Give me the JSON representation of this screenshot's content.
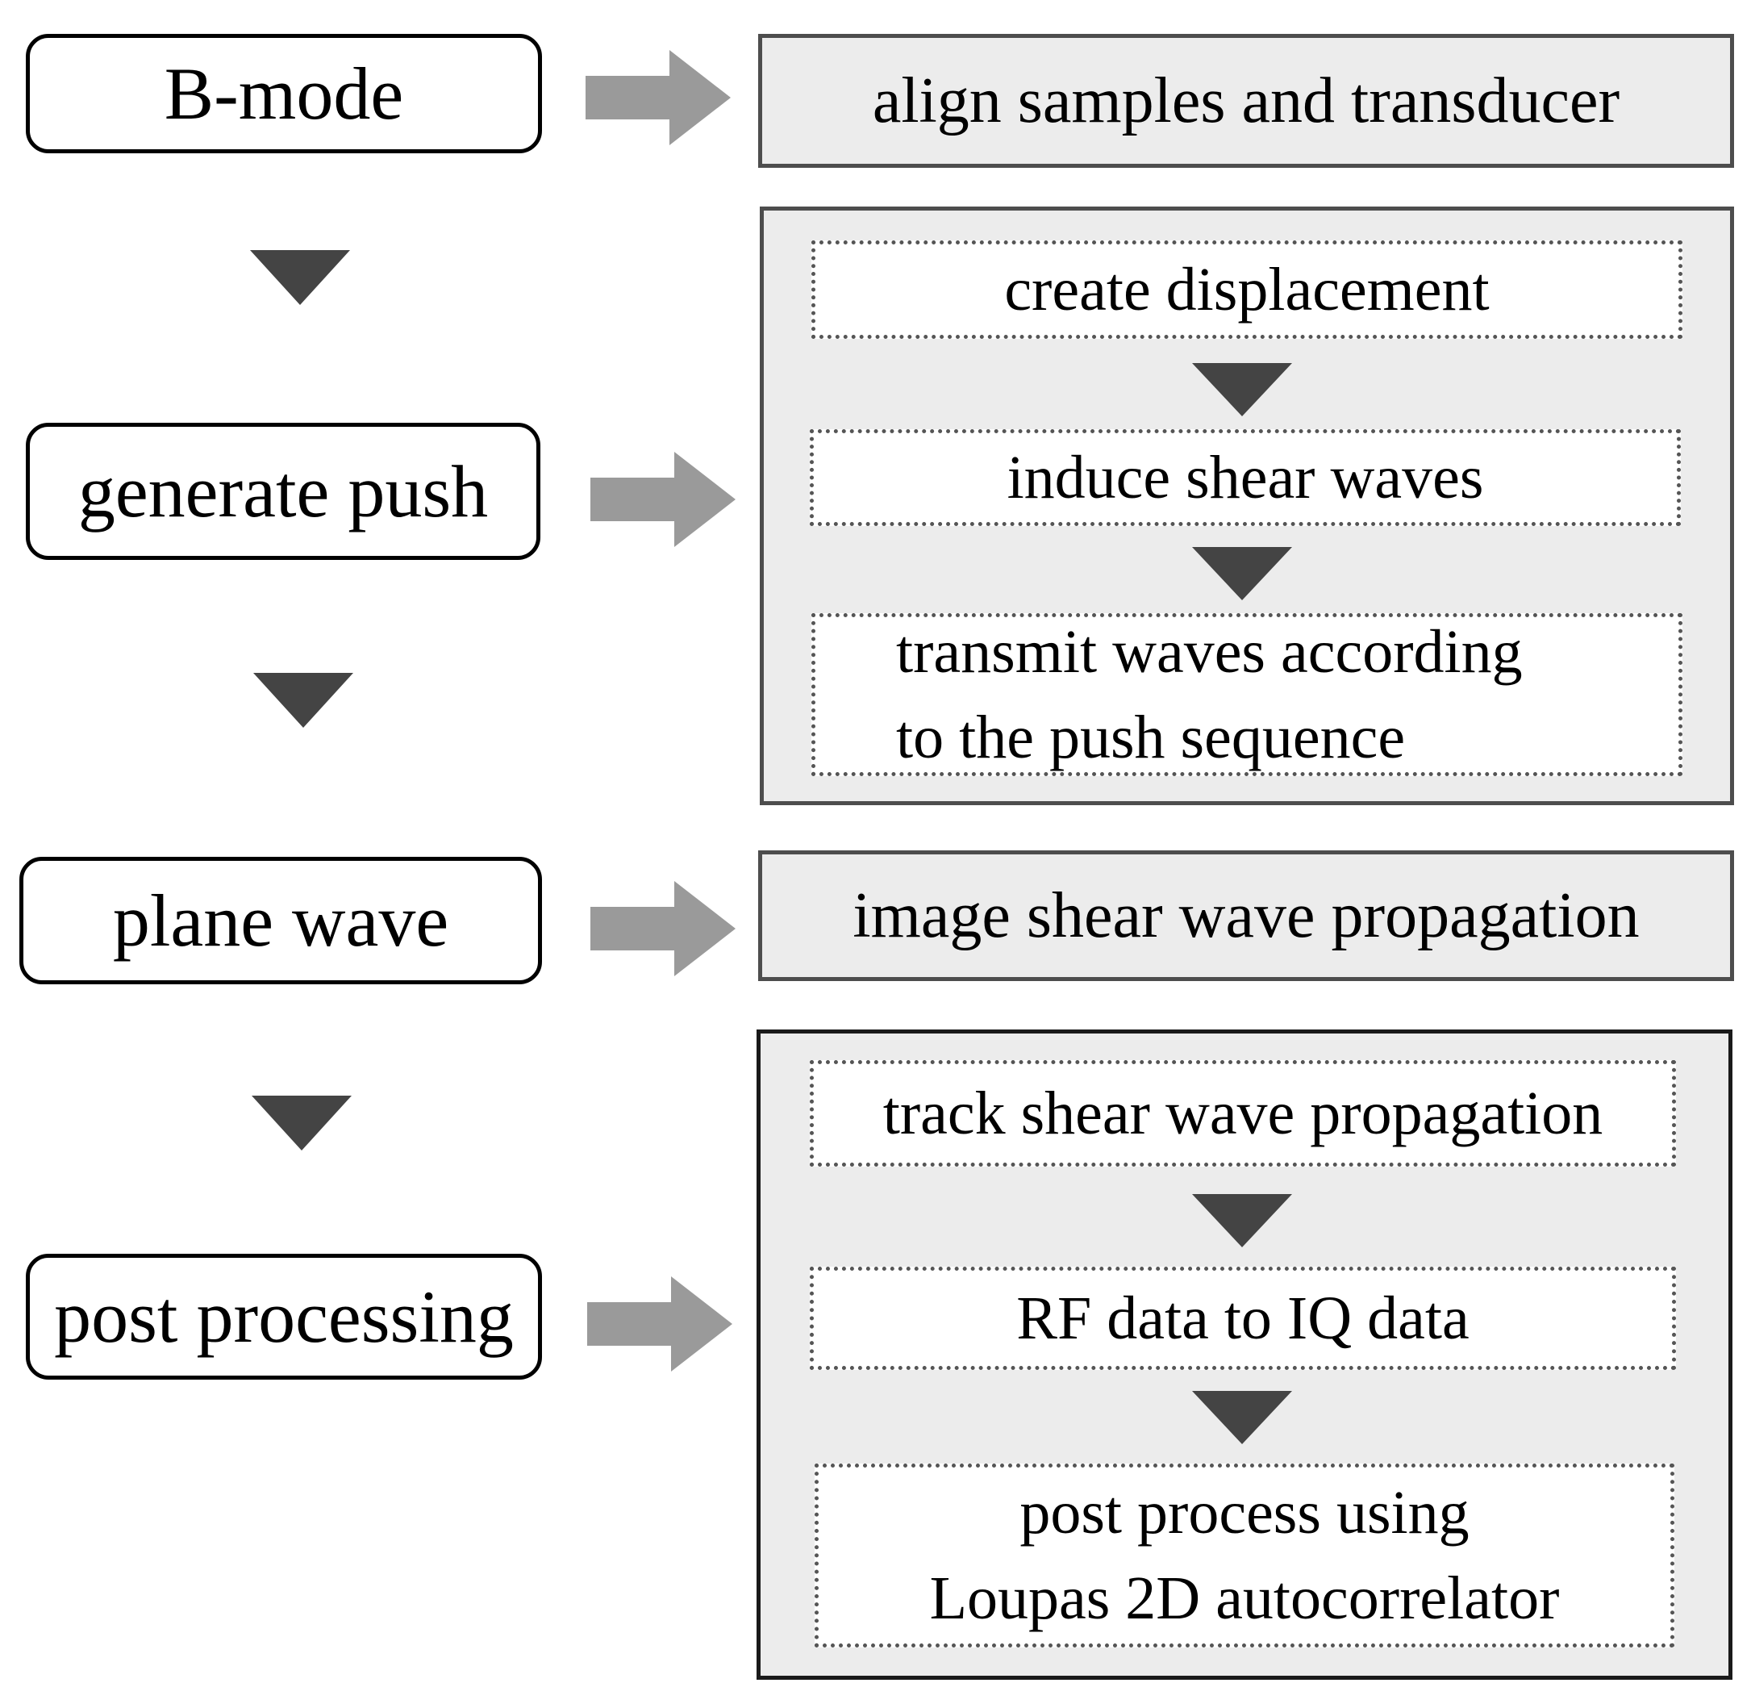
{
  "colors": {
    "step_border": "#000000",
    "panel_fill": "#ececec",
    "panel_border": "#4d4d4d",
    "arrow_gray": "#9a9a9a",
    "triangle_dark": "#444444",
    "dotted_border": "#555555"
  },
  "steps": [
    {
      "label": "B-mode"
    },
    {
      "label": "generate push"
    },
    {
      "label": "plane wave"
    },
    {
      "label": "post processing"
    }
  ],
  "panels": {
    "align": {
      "text": "align samples and transducer"
    },
    "push": {
      "items": [
        {
          "lines": [
            "create displacement"
          ]
        },
        {
          "lines": [
            "induce shear waves"
          ]
        },
        {
          "lines": [
            "transmit waves according",
            "to the push sequence"
          ]
        }
      ]
    },
    "image": {
      "text": "image shear wave propagation"
    },
    "post": {
      "items": [
        {
          "lines": [
            "track shear wave propagation"
          ]
        },
        {
          "lines": [
            "RF data to IQ data"
          ]
        },
        {
          "lines": [
            "post process using",
            "Loupas 2D autocorrelator"
          ]
        }
      ]
    }
  },
  "icons": {
    "down_arrow": "down-triangle-icon",
    "right_arrow": "right-block-arrow-icon"
  }
}
